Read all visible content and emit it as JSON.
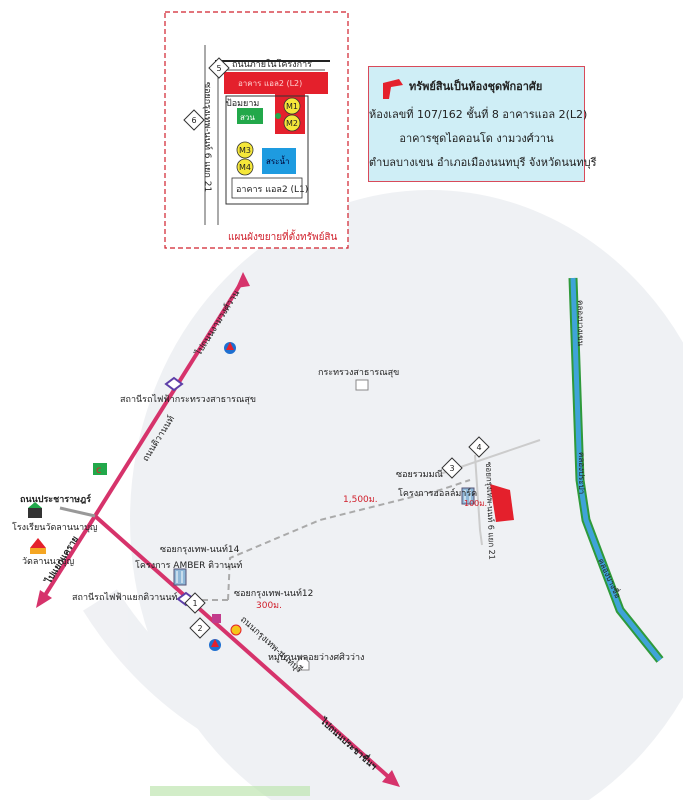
{
  "inset": {
    "caption": "แผนผังขยายที่ตั้งทรัพย์สิน",
    "road_top": "ถนนภายในโครงการ",
    "red_building_label": "อาคาร แอล2 (L2)",
    "soi_label": "ซอยกรุงเทพ-นนท์ 6 แยก 21",
    "guard_label": "ป้อมยาม",
    "garden_label": "สวน",
    "pool_label": "สระน้ำ",
    "building_l1_label": "อาคาร แอล2 (L1)",
    "markers": [
      "M1",
      "M2",
      "M3",
      "M4"
    ],
    "signs": [
      "5",
      "6"
    ]
  },
  "info": {
    "line1": "ทรัพย์สินเป็นห้องชุดพักอาศัย",
    "line2": "ห้องเลขที่ 107/162 ชั้นที่ 8 อาคารแอล 2(L2)",
    "line3": "อาคารชุดไอคอนโด งามวงศ์วาน",
    "line4": "ตำบลบางเขน อำเภอเมืองนนทบุรี จังหวัดนนทบุรี"
  },
  "labels": {
    "to_top": "ไปถนนงามวงศ์วาน",
    "road_thanon": "ถนนติวานนท์",
    "station1": "สถานีรถไฟฟ้ากระทรวงสาธารณสุข",
    "ministry": "กระทรวงสาธารณสุข",
    "thanon_pracha": "ถนนประชาราษฎร์",
    "school": "โรงเรียนวัดลานนาบุญ",
    "temple": "วัดลานนาบุญ",
    "to_left": "ไปแยกแคราย",
    "soi14": "ซอยกรุงเทพ-นนท์14",
    "amber": "โครงการ AMBER ติวานนท์",
    "station2": "สถานีรถไฟฟ้าแยกติวานนท์",
    "soi12": "ซอยกรุงเทพ-นนท์12",
    "dist300": "300ม.",
    "dist1500": "1,500ม.",
    "dist100": "100ม.",
    "soi_ruamme": "ซอยรวมมณี",
    "project_hollmart": "โครงการฮอลล์มาร์ค",
    "soi21": "ซอยกรุงเทพ-นนท์ 6 แยก 21",
    "village": "หมู่บ้านพลอยว่างศศิวว่าง",
    "road_bottom": "ถนนกรุงเทพ-นนทบุรี",
    "to_bottom": "ไปถนนประชาชื่นฯ",
    "canal1": "คลองบางเขน",
    "canal2": "คลองประปา",
    "canal3": "คลองบางซื่อ"
  },
  "signs": [
    "1",
    "2",
    "3",
    "4"
  ],
  "colors": {
    "main_road": "#d6336b",
    "property": "#e4202c",
    "canal_fill": "#3fa3d8",
    "canal_edge": "#2f9a3a",
    "info_bg": "#cfeef6",
    "rail": "#5d3fa8"
  },
  "icons": [
    "train-station-icon",
    "gas-station-icon",
    "school-icon",
    "temple-icon",
    "hospital-icon",
    "ministry-icon"
  ]
}
